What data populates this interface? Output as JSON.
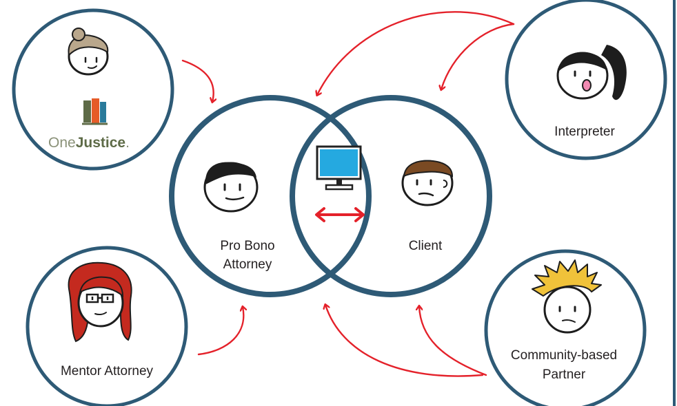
{
  "colors": {
    "ring": "#2e5a76",
    "arrow": "#e4212a",
    "hair_brown": "#7a4a23",
    "hair_red": "#c42a1f",
    "hair_blond": "#f0c23a",
    "screen": "#25a9e0",
    "logo_green": "#5e6b47"
  },
  "nodes": {
    "attorney": {
      "line1": "Pro Bono",
      "line2": "Attorney"
    },
    "client": {
      "label": "Client"
    },
    "onejustice": {
      "logo_part1": "One",
      "logo_part2": "Justice",
      "logo_dot": "."
    },
    "interpreter": {
      "label": "Interpreter"
    },
    "mentor": {
      "label": "Mentor Attorney"
    },
    "community": {
      "line1": "Community-based",
      "line2": "Partner"
    }
  },
  "icons": {
    "computer": "computer-monitor-icon",
    "bidirectional": "double-arrow-icon"
  }
}
